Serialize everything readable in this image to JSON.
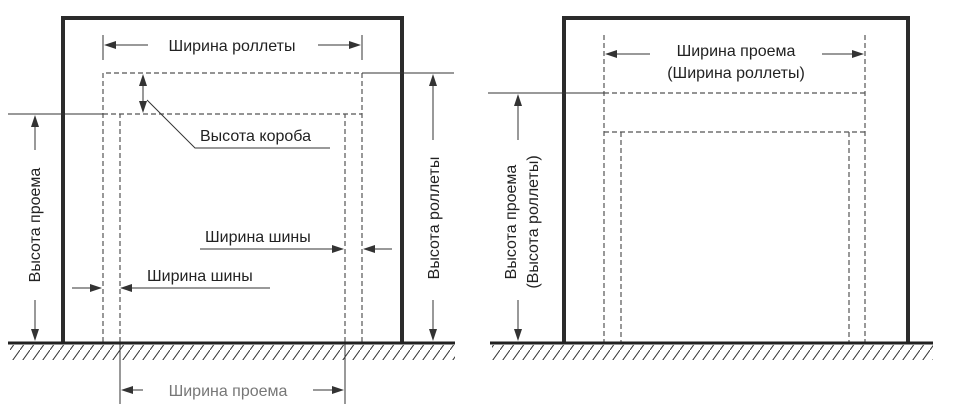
{
  "left_diagram": {
    "roller_width": "Ширина роллеты",
    "box_height": "Высота короба",
    "opening_height": "Высота проема",
    "roller_height": "Высота роллеты",
    "rail_width_right": "Ширина шины",
    "rail_width_left": "Ширина шины",
    "opening_width": "Ширина проема"
  },
  "right_diagram": {
    "opening_width_line1": "Ширина проема",
    "opening_width_line2": "(Ширина роллеты)",
    "opening_height_line1": "Высота проема",
    "opening_height_line2": "(Высота роллеты)"
  }
}
